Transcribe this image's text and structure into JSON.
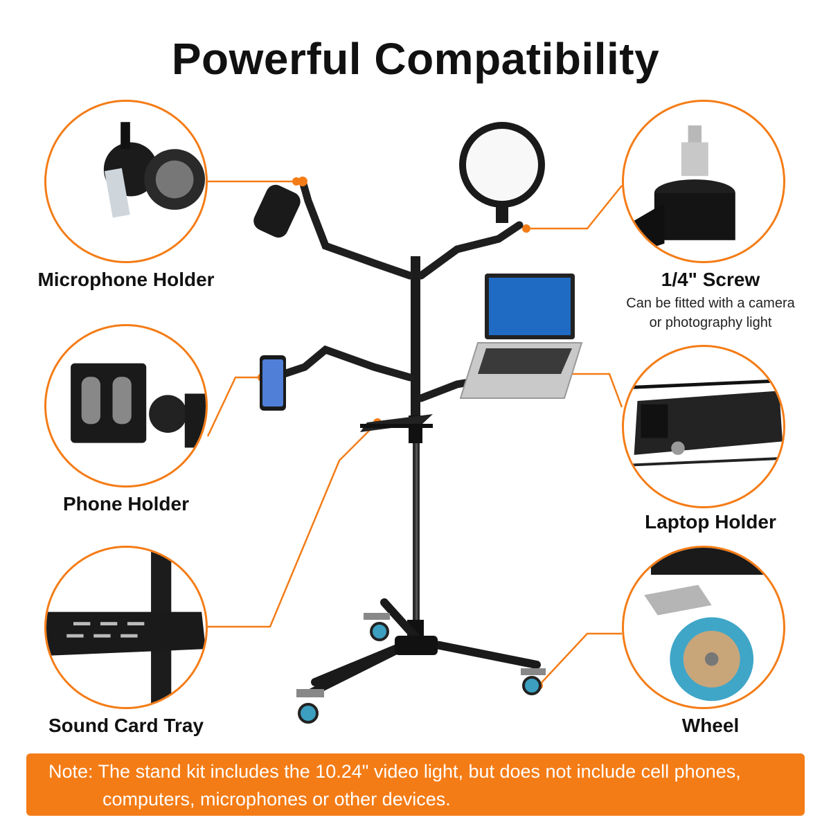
{
  "title": "Powerful Compatibility",
  "accent_color": "#f47c16",
  "features": {
    "microphone": {
      "label": "Microphone Holder",
      "icon": "ball-head-mount-icon"
    },
    "screw": {
      "label": "1/4\" Screw",
      "sublabel_1": "Can be fitted with a camera",
      "sublabel_2": "or photography light",
      "icon": "screw-mount-icon"
    },
    "phone": {
      "label": "Phone Holder",
      "icon": "phone-clamp-icon"
    },
    "laptop": {
      "label": "Laptop Holder",
      "icon": "laptop-tray-icon"
    },
    "tray": {
      "label": "Sound Card Tray",
      "icon": "tray-icon"
    },
    "wheel": {
      "label": "Wheel",
      "icon": "caster-wheel-icon"
    }
  },
  "note": {
    "line_1": "Note: The stand kit includes the 10.24\" video light, but does not include cell phones,",
    "line_2": "computers, microphones or other devices."
  }
}
